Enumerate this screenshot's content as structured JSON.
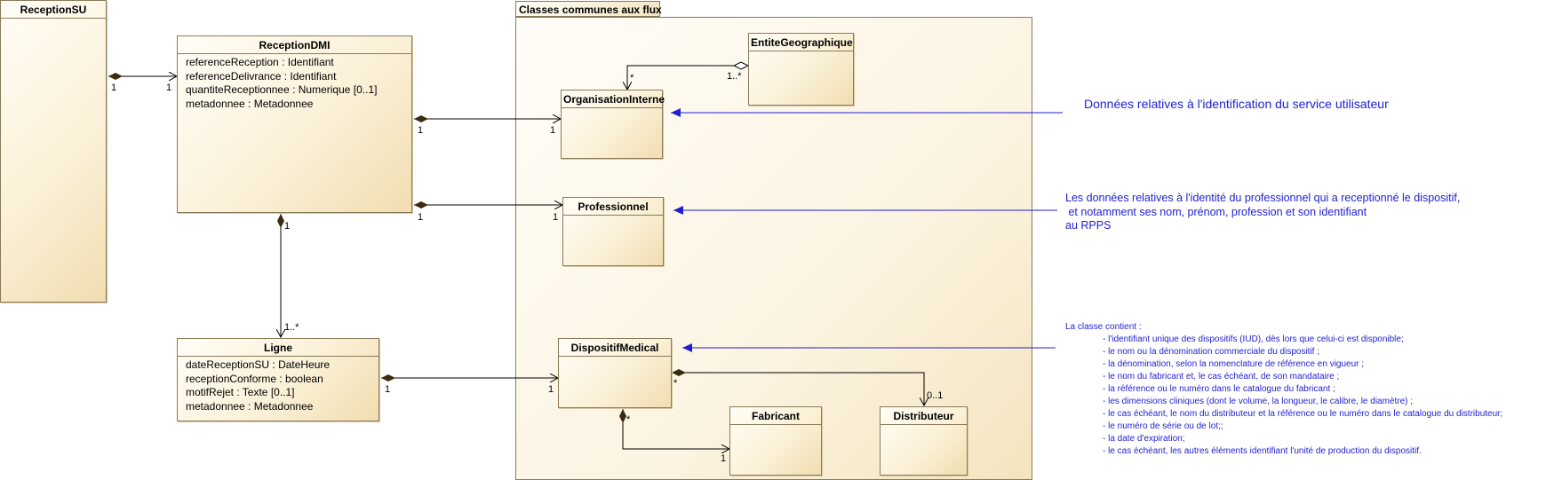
{
  "package": {
    "name": "Classes communes aux flux"
  },
  "classes": {
    "reception_su": {
      "name": "ReceptionSU",
      "attributes": []
    },
    "reception_dmi": {
      "name": "ReceptionDMI",
      "attributes": [
        "referenceReception : Identifiant",
        "referenceDelivrance : Identifiant",
        "quantiteReceptionnee : Numerique [0..1]",
        "metadonnee : Metadonnee"
      ]
    },
    "ligne": {
      "name": "Ligne",
      "attributes": [
        "dateReceptionSU : DateHeure",
        "receptionConforme : boolean",
        "motifRejet : Texte [0..1]",
        "metadonnee : Metadonnee"
      ]
    },
    "entite_geographique": {
      "name": "EntiteGeographique",
      "attributes": []
    },
    "organisation_interne": {
      "name": "OrganisationInterne",
      "attributes": []
    },
    "professionnel": {
      "name": "Professionnel",
      "attributes": []
    },
    "dispositif_medical": {
      "name": "DispositifMedical",
      "attributes": []
    },
    "fabricant": {
      "name": "Fabricant",
      "attributes": []
    },
    "distributeur": {
      "name": "Distributeur",
      "attributes": []
    }
  },
  "multiplicities": {
    "su_dmi_src": "1",
    "su_dmi_dst": "1",
    "dmi_org_src": "1",
    "dmi_org_dst": "1",
    "dmi_pro_src": "1",
    "dmi_pro_dst": "1",
    "dmi_ligne_src": "1",
    "dmi_ligne_dst": "1..*",
    "ligne_dm_src": "1",
    "ligne_dm_dst": "1",
    "geo_org_src": "1..*",
    "geo_org_dst": "*",
    "dm_dist_src": "*",
    "dm_dist_dst": "0..1",
    "dm_fab_src": "*",
    "dm_fab_dst": "1"
  },
  "notes": {
    "organisation": "Données relatives à l'identification du service utilisateur",
    "professionnel": [
      "Les données relatives à l'identité du professionnel qui a receptionné le dispositif,",
      " et notamment ses nom, prénom, profession et son identifiant",
      "au RPPS"
    ],
    "dispositif": {
      "intro": "La classe contient :",
      "items": [
        "- l'identifiant unique des dispositifs (IUD), dès lors que celui-ci est disponible;",
        "- le nom ou la dénomination commerciale du dispositif ;",
        "- la dénomination, selon la nomenclature de référence en vigueur ;",
        "- le nom du fabricant et, le cas échéant, de son mandataire ;",
        "- la référence ou le numéro dans le catalogue du fabricant ;",
        "- les dimensions cliniques (dont le volume, la longueur, le calibre, le diamètre) ;",
        "- le cas échéant, le nom du distributeur et la référence ou le numéro dans le catalogue du distributeur;",
        "- le numéro de série ou de lot;;",
        "- la date d'expiration;",
        "- le cas échéant, les autres éléments identifiant l'unité de production du dispositif."
      ]
    }
  },
  "colors": {
    "note_text": "#1f1fd0",
    "class_border": "#8a7a5a",
    "class_fill": "#fbf1d8"
  }
}
